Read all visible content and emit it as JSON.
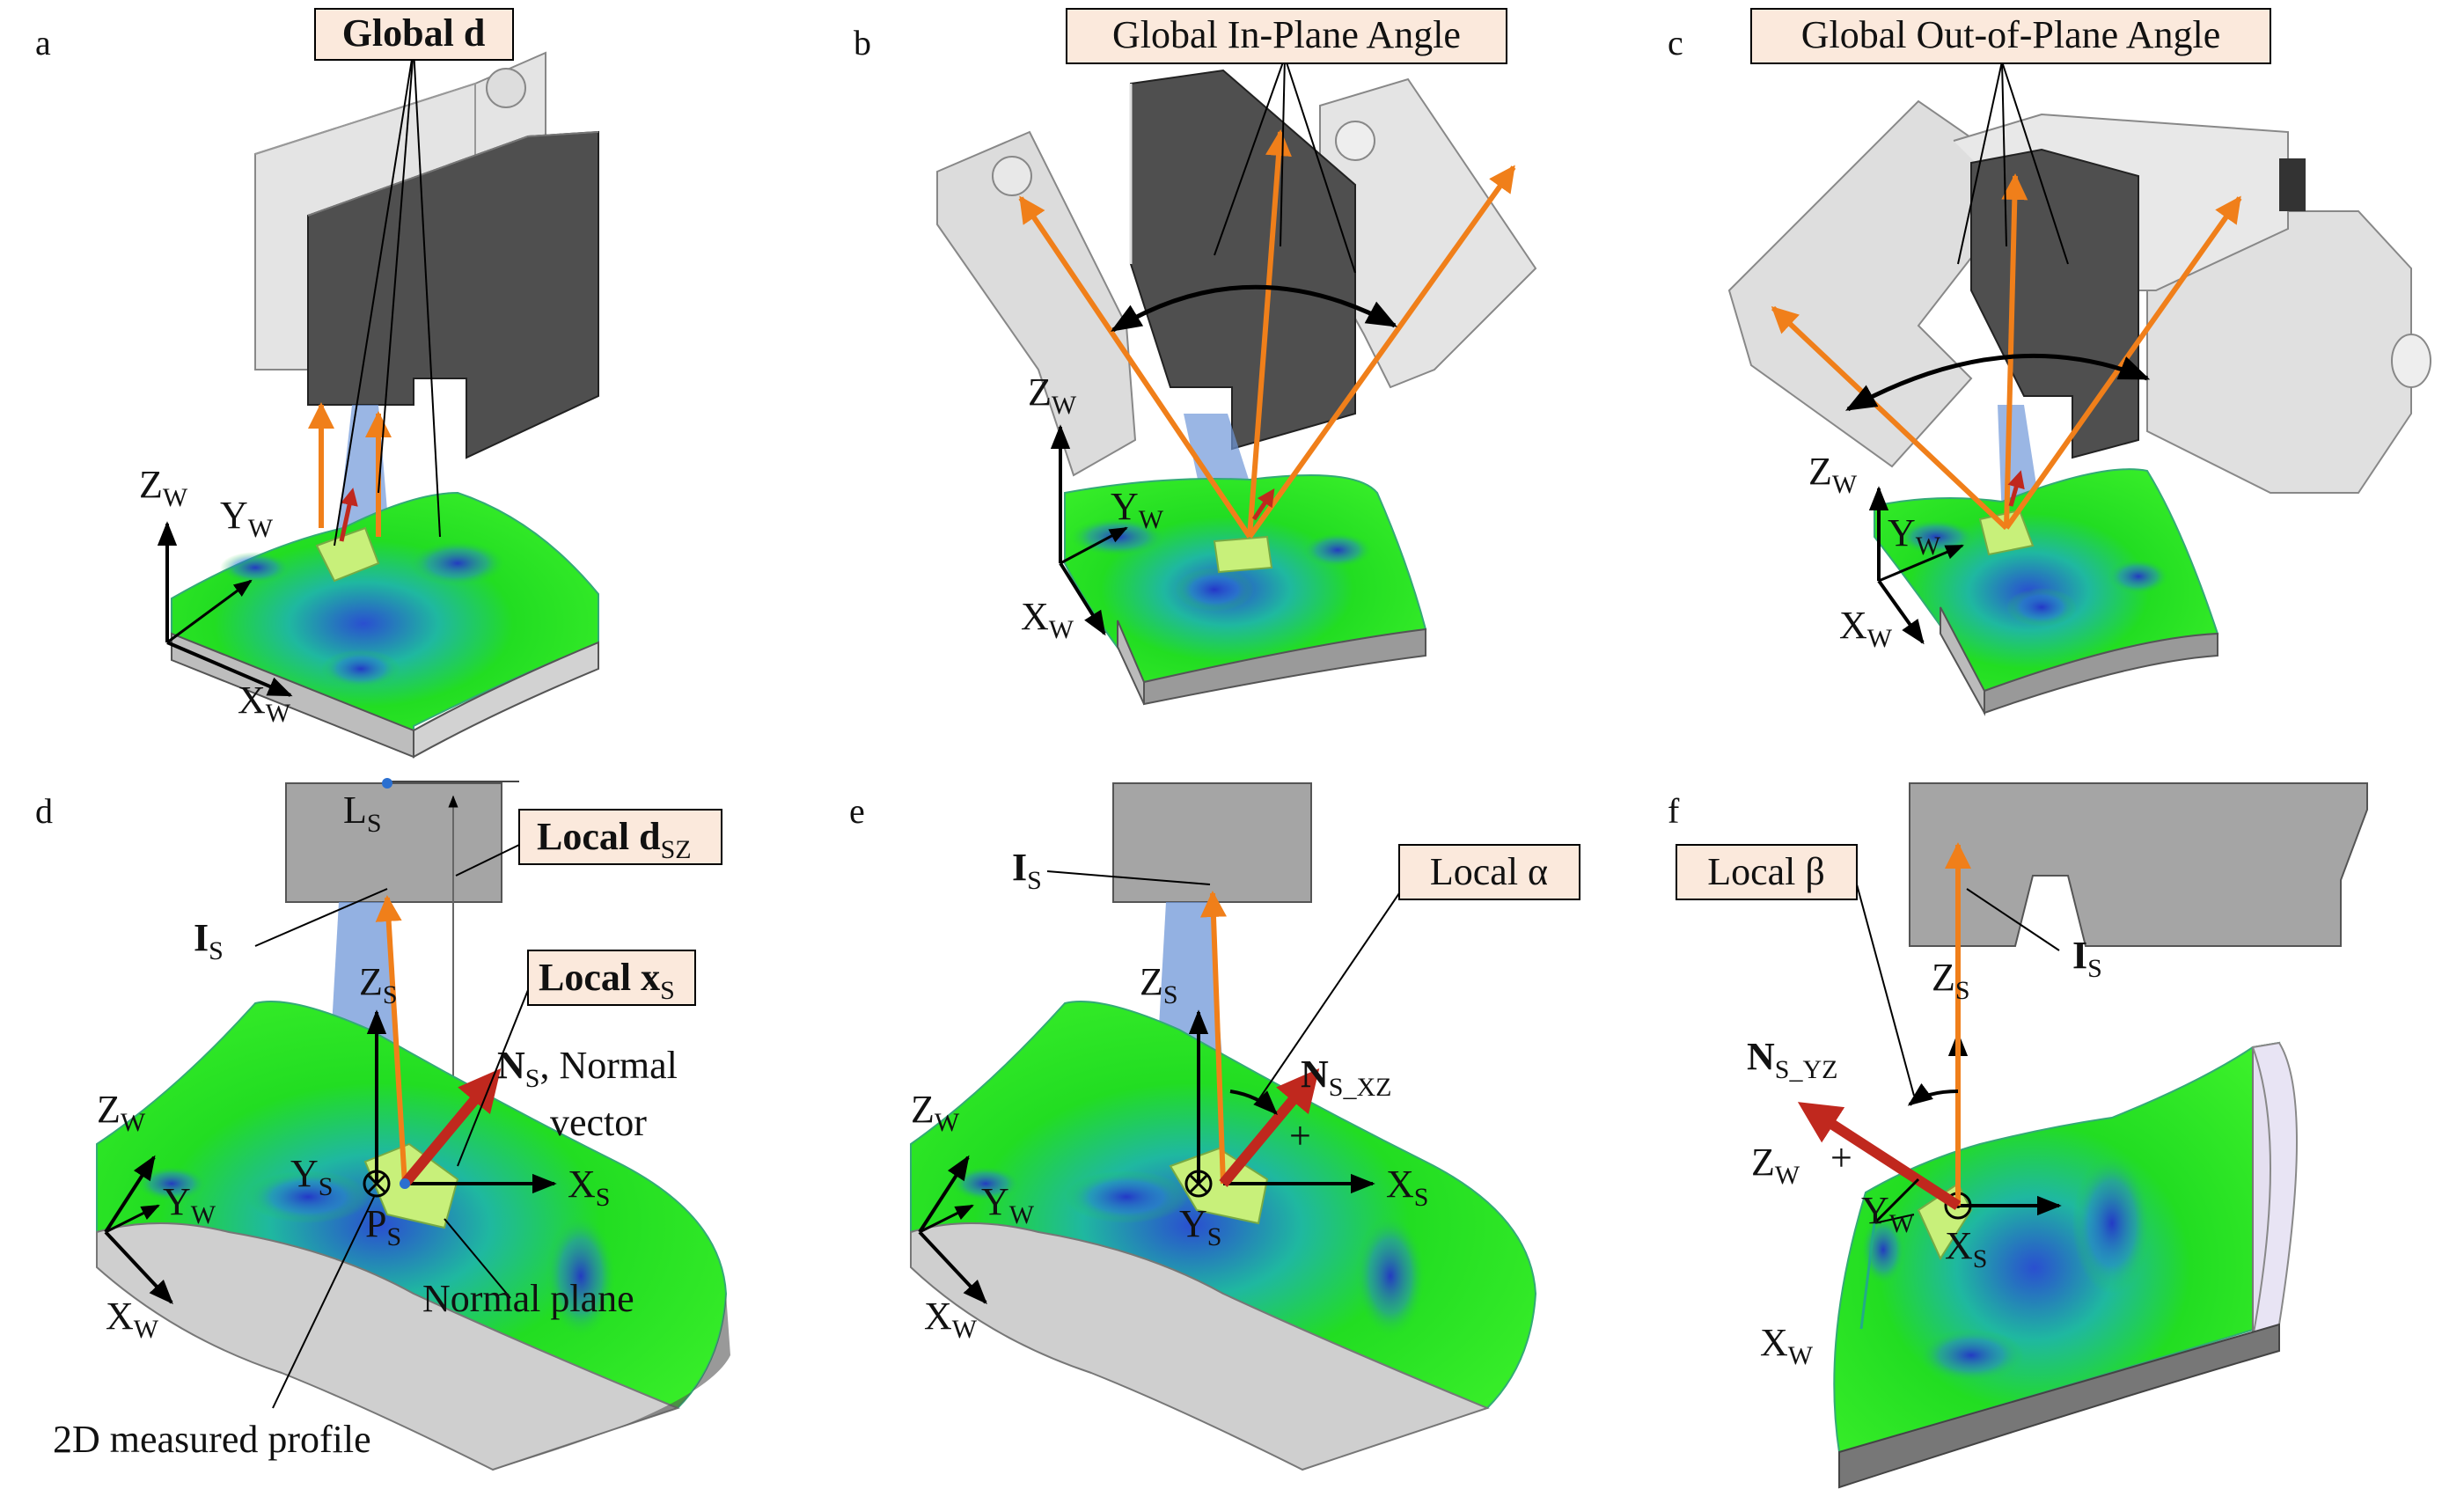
{
  "panels": [
    {
      "letter": "a",
      "callout": "Global d"
    },
    {
      "letter": "b",
      "callout": "Global In-Plane Angle"
    },
    {
      "letter": "c",
      "callout": "Global Out-of-Plane Angle"
    },
    {
      "letter": "d",
      "callout": "Local d",
      "callout_sub": "SZ",
      "callout2": "Local x",
      "callout2_sub": "S"
    },
    {
      "letter": "e",
      "callout": "Local α"
    },
    {
      "letter": "f",
      "callout": "Local β"
    }
  ],
  "axes": {
    "world_z": "Z",
    "world_y": "Y",
    "world_x": "X",
    "world_sub": "W",
    "sensor_z": "Z",
    "sensor_y": "Y",
    "sensor_x": "X",
    "sensor_sub": "S"
  },
  "labels": {
    "laser_line": "I",
    "laser_sub": "S",
    "sensor_length": "L",
    "sensor_length_sub": "S",
    "point": "P",
    "point_sub": "S",
    "normal": "N",
    "normal_sub": "S",
    "normal_desc_1": ", Normal",
    "normal_desc_2": "vector",
    "normal_plane": "Normal plane",
    "profile": "2D measured profile",
    "normal_xz_sub": "S_XZ",
    "normal_yz_sub": "S_YZ",
    "plus": "+"
  },
  "colors": {
    "callout_fill": "#fbe9dc",
    "laser_orange": "#f07f1a",
    "beam_blue": "#6f97d8",
    "surface_green": "#22dd22",
    "surface_blue": "#2a4fd0",
    "sensor_dark": "#4f4f4f",
    "sensor_ghost": "#dcdcdc",
    "normal_red": "#c0281e",
    "plane_yellow": "#c8f07a"
  }
}
